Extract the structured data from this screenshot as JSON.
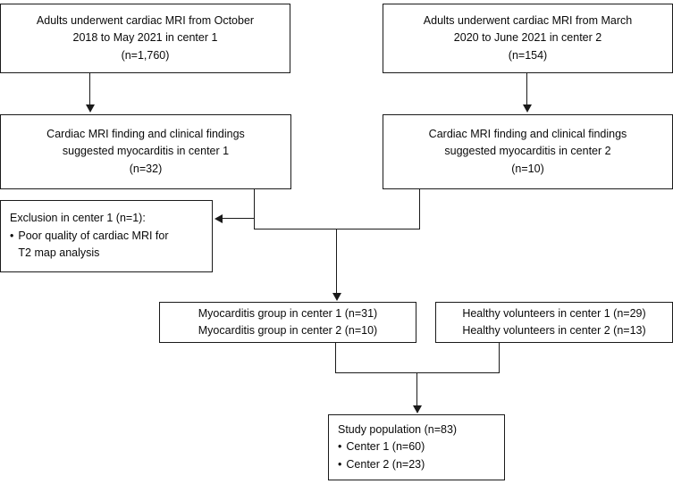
{
  "figure": {
    "kind": "study-enrollment-flowchart",
    "line_color": "#1a1a1a",
    "box_fill": "#ffffff",
    "text_color": "#0a0a0a"
  },
  "nodes": {
    "source_center1": {
      "line1": "Adults underwent cardiac MRI from October",
      "line2": "2018 to May 2021 in center 1",
      "line3": "(n=1,760)"
    },
    "source_center2": {
      "line1": "Adults underwent cardiac MRI from March",
      "line2": "2020 to June 2021 in center 2",
      "line3": "(n=154)"
    },
    "suspected_center1": {
      "line1": "Cardiac MRI finding and clinical findings",
      "line2": "suggested myocarditis in center 1",
      "line3": "(n=32)"
    },
    "suspected_center2": {
      "line1": "Cardiac MRI finding and clinical findings",
      "line2": "suggested myocarditis in center 2",
      "line3": "(n=10)"
    },
    "exclusion": {
      "heading": "Exclusion in center 1 (n=1):",
      "bullet_symbol": "•",
      "bullet_line1": "Poor quality of cardiac MRI for",
      "bullet_line2": "T2 map analysis"
    },
    "myocarditis_group": {
      "line1": "Myocarditis group in center 1 (n=31)",
      "line2": "Myocarditis group in center 2 (n=10)"
    },
    "healthy_volunteers": {
      "line1": "Healthy volunteers in center 1 (n=29)",
      "line2": "Healthy volunteers in center 2 (n=13)"
    },
    "study_population": {
      "heading": "Study population (n=83)",
      "bullet_symbol": "•",
      "bullet1": "Center 1 (n=60)",
      "bullet2": "Center 2 (n=23)"
    }
  }
}
